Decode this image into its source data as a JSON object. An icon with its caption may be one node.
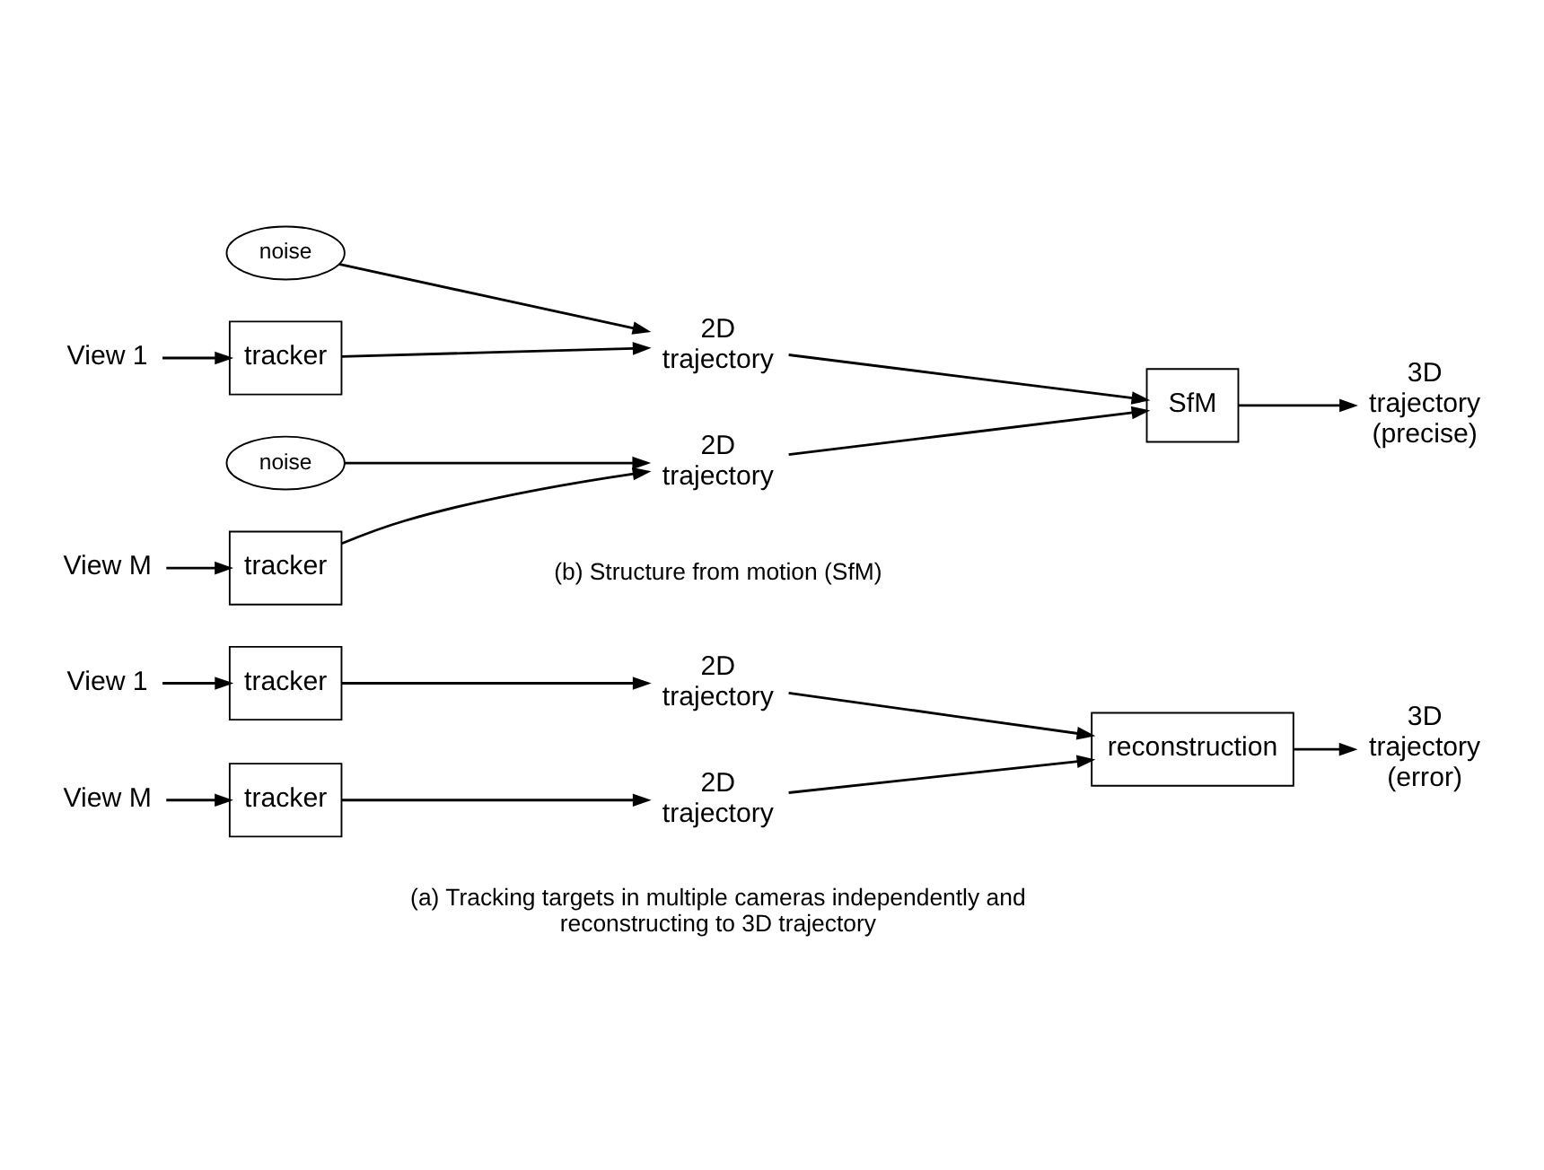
{
  "diagram": {
    "nodes": [
      {
        "text": [
          "View 1"
        ]
      },
      {
        "text": [
          "tracker"
        ]
      },
      {
        "text": [
          "2D trajectory"
        ]
      },
      {
        "text": [
          "View M"
        ]
      },
      {
        "text": [
          "tracker"
        ]
      },
      {
        "text": [
          "2D trajectory"
        ]
      },
      {
        "text": [
          "reconstruction"
        ]
      },
      {
        "text": [
          "3D trajectory (error)"
        ]
      },
      {
        "text": [
          "noise"
        ]
      },
      {
        "text": [
          "View 1"
        ]
      },
      {
        "text": [
          "tracker"
        ]
      },
      {
        "text": [
          "2D trajectory"
        ]
      },
      {
        "text": [
          "noise"
        ]
      },
      {
        "text": [
          "View M"
        ]
      },
      {
        "text": [
          "tracker"
        ]
      },
      {
        "text": [
          "2D trajectory"
        ]
      },
      {
        "text": [
          "SfM"
        ]
      },
      {
        "text": [
          "3D trajectory (precise)"
        ]
      }
    ],
    "edges": [
      {
        "from": 0,
        "to": 1,
        "arrow": "to"
      },
      {
        "from": 1,
        "to": 2,
        "arrow": "to"
      },
      {
        "from": 2,
        "to": 6,
        "arrow": "to"
      },
      {
        "from": 3,
        "to": 4,
        "arrow": "to"
      },
      {
        "from": 4,
        "to": 5,
        "arrow": "to"
      },
      {
        "from": 5,
        "to": 6,
        "arrow": "to"
      },
      {
        "from": 6,
        "to": 7,
        "arrow": "to"
      },
      {
        "from": 9,
        "to": 10,
        "arrow": "to"
      },
      {
        "from": 10,
        "to": 11,
        "arrow": "to"
      },
      {
        "from": 8,
        "to": 11,
        "arrow": "to"
      },
      {
        "from": 11,
        "to": 16,
        "arrow": "to"
      },
      {
        "from": 13,
        "to": 14,
        "arrow": "to"
      },
      {
        "from": 14,
        "to": 15,
        "arrow": "to"
      },
      {
        "from": 12,
        "to": 15,
        "arrow": "to"
      },
      {
        "from": 15,
        "to": 16,
        "arrow": "to"
      },
      {
        "from": 16,
        "to": 17,
        "arrow": "to"
      }
    ],
    "labels": [
      "(a) Tracking targets in multiple cameras independently and reconstructing to 3D trajectory",
      "(b) Structure from motion (SfM)"
    ]
  }
}
